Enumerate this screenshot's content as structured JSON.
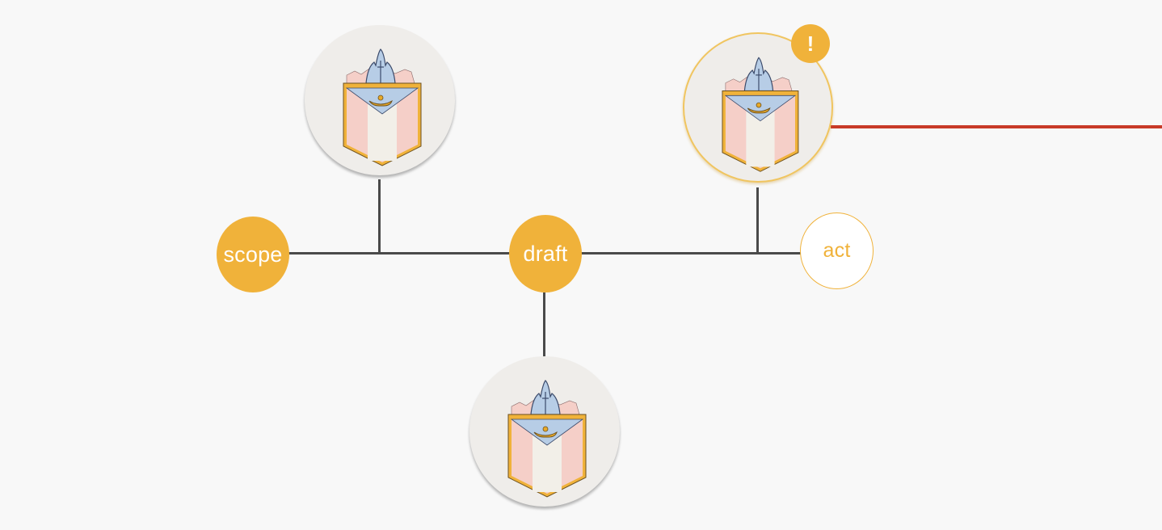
{
  "stages": [
    {
      "id": "scope",
      "label": "scope",
      "state": "done"
    },
    {
      "id": "draft",
      "label": "draft",
      "state": "done"
    },
    {
      "id": "act",
      "label": "act",
      "state": "pending"
    }
  ],
  "badges": [
    {
      "id": "badge-1",
      "icon": "crest-shield-icon",
      "state": "normal"
    },
    {
      "id": "badge-2",
      "icon": "crest-shield-icon",
      "state": "warning"
    },
    {
      "id": "badge-3",
      "icon": "crest-shield-icon",
      "state": "normal"
    }
  ],
  "alert": {
    "symbol": "!"
  },
  "colors": {
    "accent": "#f0b23a",
    "line": "#4a4a4a",
    "alert_line": "#c83a28",
    "node_fill": "#efedea",
    "background": "#f8f8f8"
  }
}
